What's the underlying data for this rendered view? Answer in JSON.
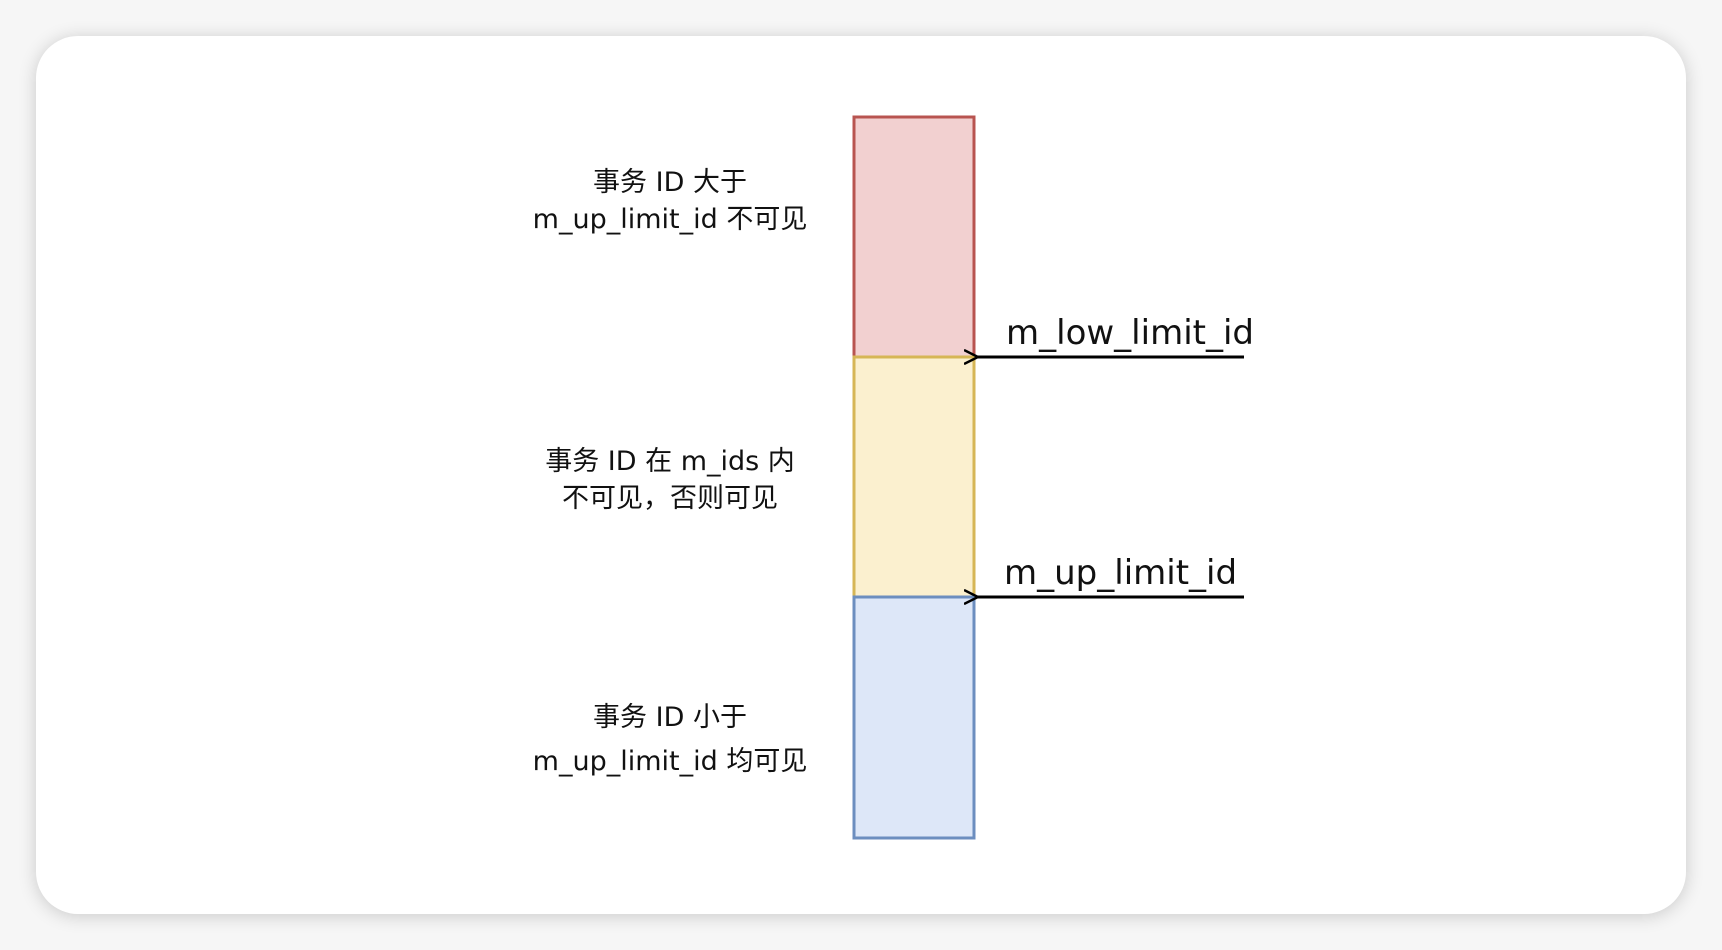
{
  "zones": [
    {
      "line1": "事务 ID 大于",
      "line2": "m_up_limit_id 不可见",
      "fill": "#f2d0d0",
      "stroke": "#b85450"
    },
    {
      "line1": "事务 ID 在 m_ids 内",
      "line2": "不可见，否则可见",
      "fill": "#fbf0cf",
      "stroke": "#d6b656"
    },
    {
      "line1": "事务 ID 小于",
      "line2": "m_up_limit_id 均可见",
      "fill": "#dde7f8",
      "stroke": "#6c8ebf"
    }
  ],
  "pointers": [
    {
      "label": "m_low_limit_id"
    },
    {
      "label": "m_up_limit_id"
    }
  ]
}
